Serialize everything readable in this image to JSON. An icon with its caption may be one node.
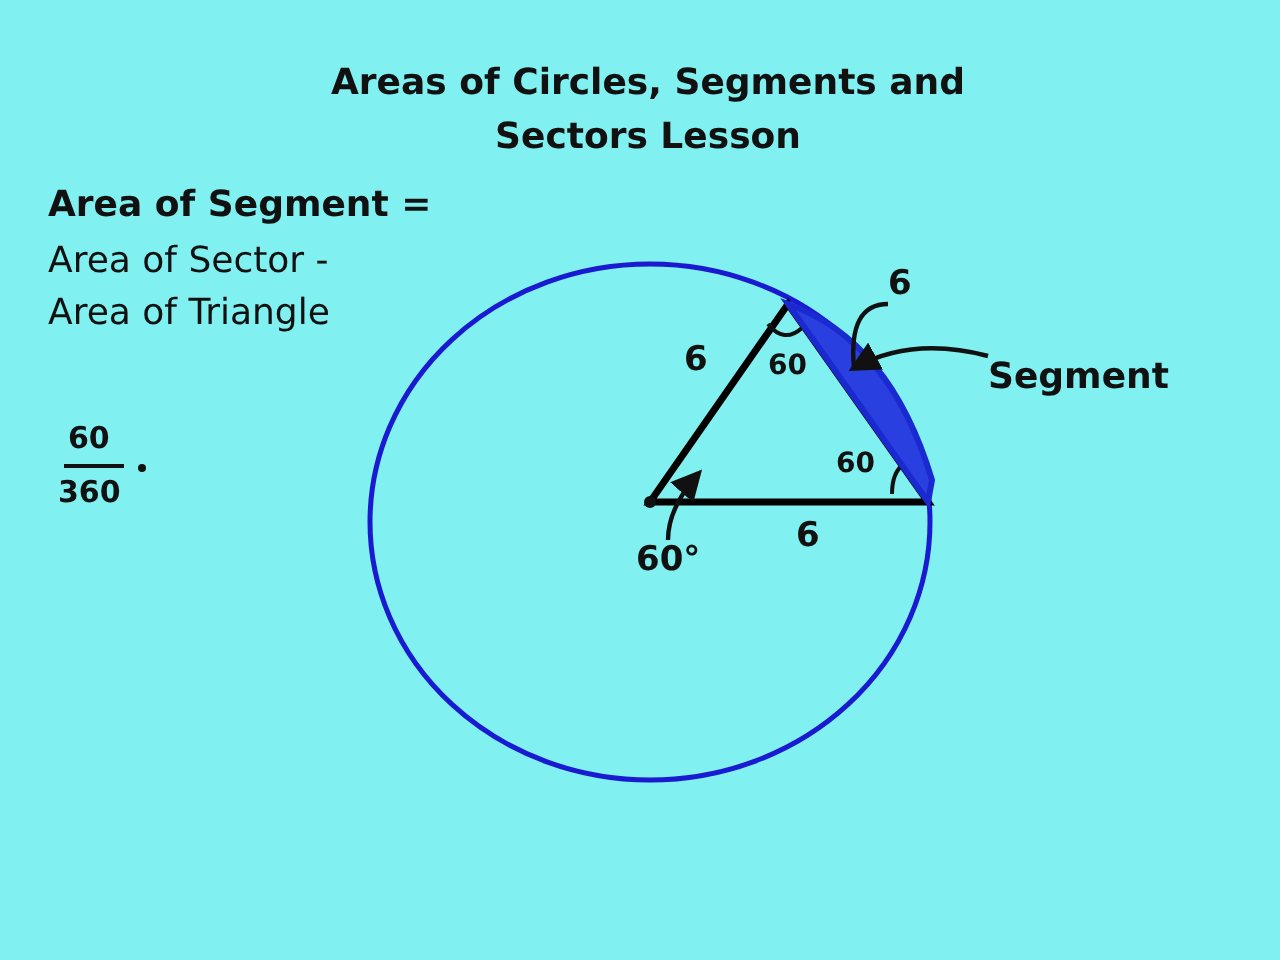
{
  "diagram": {
    "title": "Areas of Circles, Segments and Sectors Lesson",
    "nodes": [
      {
        "text": [
          "6"
        ]
      },
      {
        "text": [],
        "shape": "segment"
      },
      {
        "text": [
          "Segment"
        ]
      },
      {
        "text": [
          "60°"
        ]
      }
    ],
    "edges": [
      {
        "from": 0,
        "to": 1,
        "arrow": "none"
      },
      {
        "from": 2,
        "to": 1,
        "arrow": "to"
      },
      {
        "from": 3,
        "to": null,
        "arrow": "to"
      }
    ],
    "labels": [
      "Area of Segment =",
      "Area of Sector - Area of Triangle",
      "6",
      "60",
      "60",
      "360",
      "60",
      "6"
    ]
  }
}
